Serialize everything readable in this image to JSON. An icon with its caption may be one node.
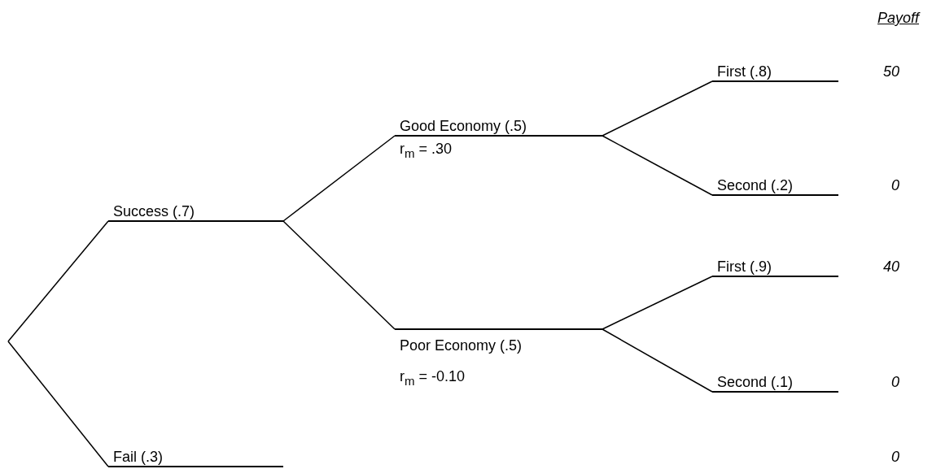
{
  "diagram": {
    "nodes": [
      {
        "text": [
          "Success (.7)"
        ]
      },
      {
        "text": [
          "Fail (.3)"
        ]
      },
      {
        "text": [
          "Good Economy (.5)",
          "r$_{m}$ = .30"
        ]
      },
      {
        "text": [
          "Poor Economy (.5)",
          "r$_{m}$ = -0.10"
        ]
      },
      {
        "text": [
          "First (.8)"
        ],
        "beside": [
          "50"
        ]
      },
      {
        "text": [
          "Second (.2)"
        ],
        "beside": [
          "0"
        ]
      },
      {
        "text": [
          "First (.9)"
        ],
        "beside": [
          "40"
        ]
      },
      {
        "text": [
          "Second (.1)"
        ],
        "beside": [
          "0"
        ]
      }
    ],
    "edges": [
      {
        "from": null,
        "to": 0,
        "arrow": "none"
      },
      {
        "from": null,
        "to": 1,
        "arrow": "none"
      },
      {
        "from": 0,
        "to": 2,
        "arrow": "none"
      },
      {
        "from": 0,
        "to": 3,
        "arrow": "none"
      },
      {
        "from": 2,
        "to": 4,
        "arrow": "none"
      },
      {
        "from": 2,
        "to": 5,
        "arrow": "none"
      },
      {
        "from": 3,
        "to": 6,
        "arrow": "none"
      },
      {
        "from": 3,
        "to": 7,
        "arrow": "none"
      }
    ],
    "labels": [
      "Payoff",
      "0"
    ]
  }
}
